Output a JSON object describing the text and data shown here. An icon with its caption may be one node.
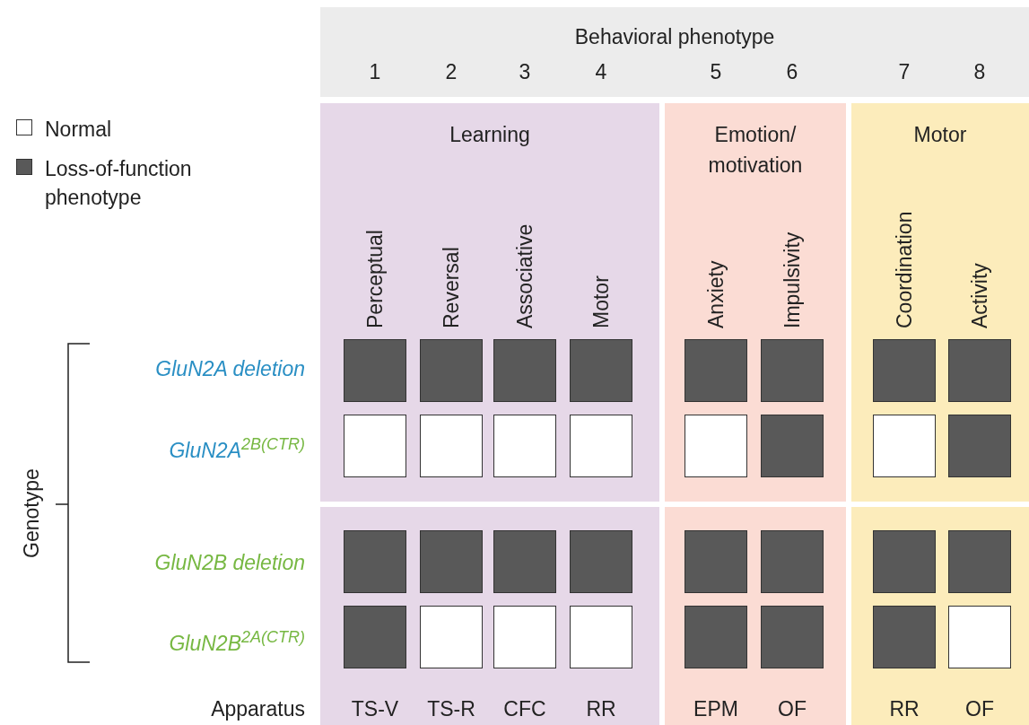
{
  "diagram": {
    "nodes": [
      {
        "text": [
          "Behavioral phenotype"
        ]
      },
      {
        "text": [
          "Learning"
        ]
      },
      {
        "text": [
          "Emotion/ motivation"
        ]
      },
      {
        "text": [
          "Motor"
        ]
      },
      {
        "text": [],
        "shape": "block",
        "in": 1
      },
      {
        "text": [],
        "shape": "block",
        "in": 1
      },
      {
        "text": [],
        "shape": "block",
        "in": 1
      },
      {
        "text": [],
        "shape": "block",
        "in": 1
      },
      {
        "text": [],
        "shape": "block",
        "in": 2
      },
      {
        "text": [],
        "shape": "block",
        "in": 2
      },
      {
        "text": [],
        "shape": "block",
        "in": 3
      },
      {
        "text": [],
        "shape": "block",
        "in": 3
      },
      {
        "text": [],
        "shape": "box",
        "in": 1
      },
      {
        "text": [],
        "shape": "box",
        "in": 1
      },
      {
        "text": [],
        "shape": "box",
        "in": 1
      },
      {
        "text": [],
        "shape": "box",
        "in": 1
      },
      {
        "text": [],
        "shape": "box",
        "in": 2
      },
      {
        "text": [],
        "shape": "block",
        "in": 2
      },
      {
        "text": [],
        "shape": "box",
        "in": 3
      },
      {
        "text": [],
        "shape": "block",
        "in": 3
      },
      {
        "text": [],
        "shape": "block",
        "in": 1
      },
      {
        "text": [],
        "shape": "block",
        "in": 1
      },
      {
        "text": [],
        "shape": "block",
        "in": 1
      },
      {
        "text": [],
        "shape": "block",
        "in": 1
      },
      {
        "text": [],
        "shape": "block",
        "in": 2
      },
      {
        "text": [],
        "shape": "block",
        "in": 2
      },
      {
        "text": [],
        "shape": "block",
        "in": 3
      },
      {
        "text": [],
        "shape": "block",
        "in": 3
      },
      {
        "text": [],
        "shape": "block",
        "in": 1
      },
      {
        "text": [],
        "shape": "box",
        "in": 1
      },
      {
        "text": [],
        "shape": "box",
        "in": 1
      },
      {
        "text": [],
        "shape": "box",
        "in": 1
      },
      {
        "text": [],
        "shape": "block",
        "in": 2
      },
      {
        "text": [],
        "shape": "block",
        "in": 2
      },
      {
        "text": [],
        "shape": "block",
        "in": 3
      },
      {
        "text": [],
        "shape": "box",
        "in": 3
      }
    ],
    "edges": [],
    "labels": [
      "1",
      "2",
      "3",
      "4",
      "5",
      "6",
      "7",
      "8",
      "Perceptual",
      "Reversal",
      "Associative",
      "Motor",
      "Anxiety",
      "Impulsivity",
      "Coordination",
      "Activity",
      "GluN2A deletion",
      "GluN2A$^{2B(CTR)}$",
      "GluN2B deletion",
      "GluN2B$^{2A(CTR)}$",
      "Genotype",
      "Apparatus",
      "TS-V",
      "TS-R",
      "CFC",
      "RR",
      "EPM",
      "OF",
      "RR",
      "OF"
    ],
    "legend": [
      {
        "text": "Normal",
        "color": "#ffffff"
      },
      {
        "text": "Loss-of-function phenotype",
        "color": "#595959"
      }
    ]
  }
}
